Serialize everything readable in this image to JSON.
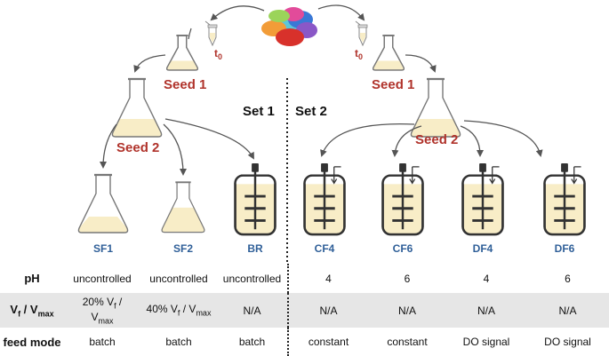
{
  "inoculum": {
    "time_label": "t",
    "time_sub": "0"
  },
  "seeds": {
    "seed1": "Seed 1",
    "seed2": "Seed 2"
  },
  "sets": {
    "set1": "Set 1",
    "set2": "Set 2"
  },
  "vessels": [
    {
      "id": "SF1",
      "type": "shake-flask"
    },
    {
      "id": "SF2",
      "type": "shake-flask"
    },
    {
      "id": "BR",
      "type": "bioreactor"
    },
    {
      "id": "CF4",
      "type": "fed-batch-bioreactor"
    },
    {
      "id": "CF6",
      "type": "fed-batch-bioreactor"
    },
    {
      "id": "DF4",
      "type": "fed-batch-bioreactor"
    },
    {
      "id": "DF6",
      "type": "fed-batch-bioreactor"
    }
  ],
  "table": {
    "rows": [
      {
        "header": "pH",
        "cells": [
          "uncontrolled",
          "uncontrolled",
          "uncontrolled",
          "4",
          "6",
          "4",
          "6"
        ]
      },
      {
        "header_main": "V",
        "header_f": "f",
        "header_sep": " / V",
        "header_max": "max",
        "cells": [
          "",
          "",
          "N/A",
          "N/A",
          "N/A",
          "N/A",
          "N/A"
        ],
        "sf1": {
          "line1": "20% V",
          "line1_sub": "f",
          "line1_tail": " /",
          "line2": "V",
          "line2_sub": "max"
        },
        "sf2": {
          "a": "40% V",
          "a_sub": "f",
          "b": " / V",
          "b_sub": "max"
        }
      },
      {
        "header": "feed mode",
        "cells": [
          "batch",
          "batch",
          "batch",
          "constant",
          "constant",
          "DO signal",
          "DO signal"
        ]
      }
    ]
  },
  "colors": {
    "seed_red": "#b0332b",
    "vessel_blue": "#2f5f98",
    "medium": "#f8edc7",
    "row_gray": "#e6e6e6"
  }
}
